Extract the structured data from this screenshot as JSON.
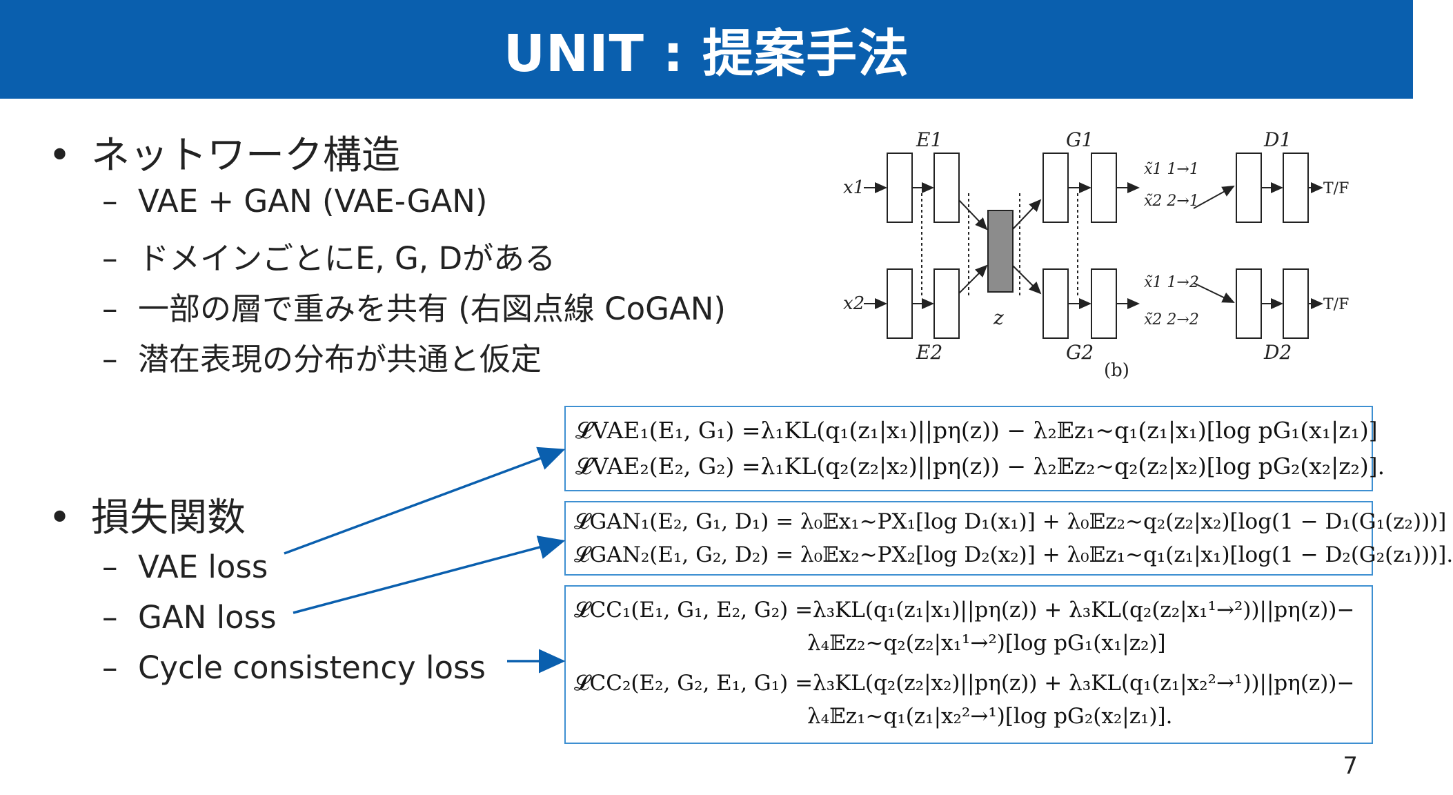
{
  "title": "UNIT : 提案手法",
  "sections": [
    {
      "heading": "ネットワーク構造",
      "items": [
        "VAE + GAN (VAE-GAN)",
        "ドメインごとにE, G, Dがある",
        "一部の層で重みを共有 (右図点線 CoGAN)",
        "潜在表現の分布が共通と仮定"
      ]
    },
    {
      "heading": "損失関数",
      "items": [
        "VAE loss",
        "GAN loss",
        "Cycle consistency loss"
      ]
    }
  ],
  "diagram": {
    "encoders": [
      "E1",
      "E2"
    ],
    "generators": [
      "G1",
      "G2"
    ],
    "discriminators": [
      "D1",
      "D2"
    ],
    "inputs": [
      "x1",
      "x2"
    ],
    "latent": "z",
    "reconstructions_top": [
      "x̃1 1→1",
      "x̃2 2→1"
    ],
    "reconstructions_bottom": [
      "x̃1 1→2",
      "x̃2 2→2"
    ],
    "outputs": [
      "T/F",
      "T/F"
    ],
    "caption": "(b)"
  },
  "equations": {
    "vae": [
      "𝓛VAE₁(E₁, G₁) =λ₁KL(q₁(z₁|x₁)||pη(z)) − λ₂𝔼z₁∼q₁(z₁|x₁)[log pG₁(x₁|z₁)]",
      "𝓛VAE₂(E₂, G₂) =λ₁KL(q₂(z₂|x₂)||pη(z)) − λ₂𝔼z₂∼q₂(z₂|x₂)[log pG₂(x₂|z₂)]."
    ],
    "gan": [
      "𝓛GAN₁(E₂, G₁, D₁) = λ₀𝔼x₁∼PX₁[log D₁(x₁)] + λ₀𝔼z₂∼q₂(z₂|x₂)[log(1 − D₁(G₁(z₂)))]",
      "𝓛GAN₂(E₁, G₂, D₂) = λ₀𝔼x₂∼PX₂[log D₂(x₂)] + λ₀𝔼z₁∼q₁(z₁|x₁)[log(1 − D₂(G₂(z₁)))]."
    ],
    "cc": [
      "𝓛CC₁(E₁, G₁, E₂, G₂) =λ₃KL(q₁(z₁|x₁)||pη(z)) + λ₃KL(q₂(z₂|x₁¹→²))||pη(z))−",
      "λ₄𝔼z₂∼q₂(z₂|x₁¹→²)[log pG₁(x₁|z₂)]",
      "𝓛CC₂(E₂, G₂, E₁, G₁) =λ₃KL(q₂(z₂|x₂)||pη(z)) + λ₃KL(q₁(z₁|x₂²→¹))||pη(z))−",
      "λ₄𝔼z₁∼q₁(z₁|x₂²→¹)[log pG₂(x₂|z₁)]."
    ]
  },
  "page_number": "7",
  "colors": {
    "title_bar": "#0a5fae",
    "arrow": "#0a5fae",
    "box_border": "#3d8fd1"
  }
}
